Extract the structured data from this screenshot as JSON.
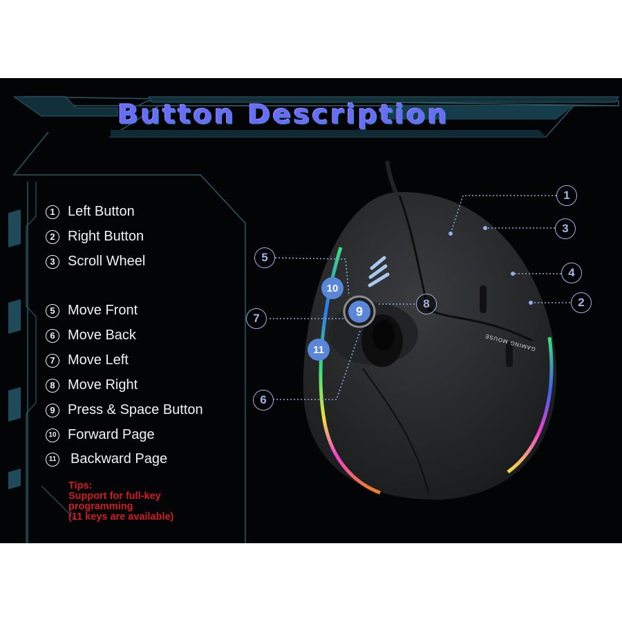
{
  "title": "Button Description",
  "legend": [
    {
      "num": "①",
      "label": "Left Button"
    },
    {
      "num": "②",
      "label": "Right Button"
    },
    {
      "num": "③",
      "label": "Scroll Wheel"
    },
    {
      "num": "⑤",
      "label": "Move Front"
    },
    {
      "num": "⑥",
      "label": "Move Back"
    },
    {
      "num": "⑦",
      "label": "Move Left"
    },
    {
      "num": "⑧",
      "label": "Move Right"
    },
    {
      "num": "⑨",
      "label": "Press & Space Button"
    },
    {
      "num": "⑩",
      "label": "Forward Page"
    },
    {
      "num": "⑪",
      "label": "Backward Page"
    }
  ],
  "tips": {
    "heading": "Tips:",
    "line1": "Support for full-key",
    "line2": "programming",
    "line3": "(11 keys are available)"
  },
  "callouts": {
    "c1": "1",
    "c2": "2",
    "c3": "3",
    "c4": "4",
    "c5": "5",
    "c6": "6",
    "c7": "7",
    "c8": "8",
    "c9": "9",
    "c10": "10",
    "c11": "11"
  },
  "brand_text": "GAMING MOUSE",
  "colors": {
    "background": "#030405",
    "title": "#6a6cf5",
    "legend_text": "#f2f2f2",
    "tips": "#d21c22",
    "callout": "#9db8e8",
    "frame": "#1f4a5a"
  }
}
